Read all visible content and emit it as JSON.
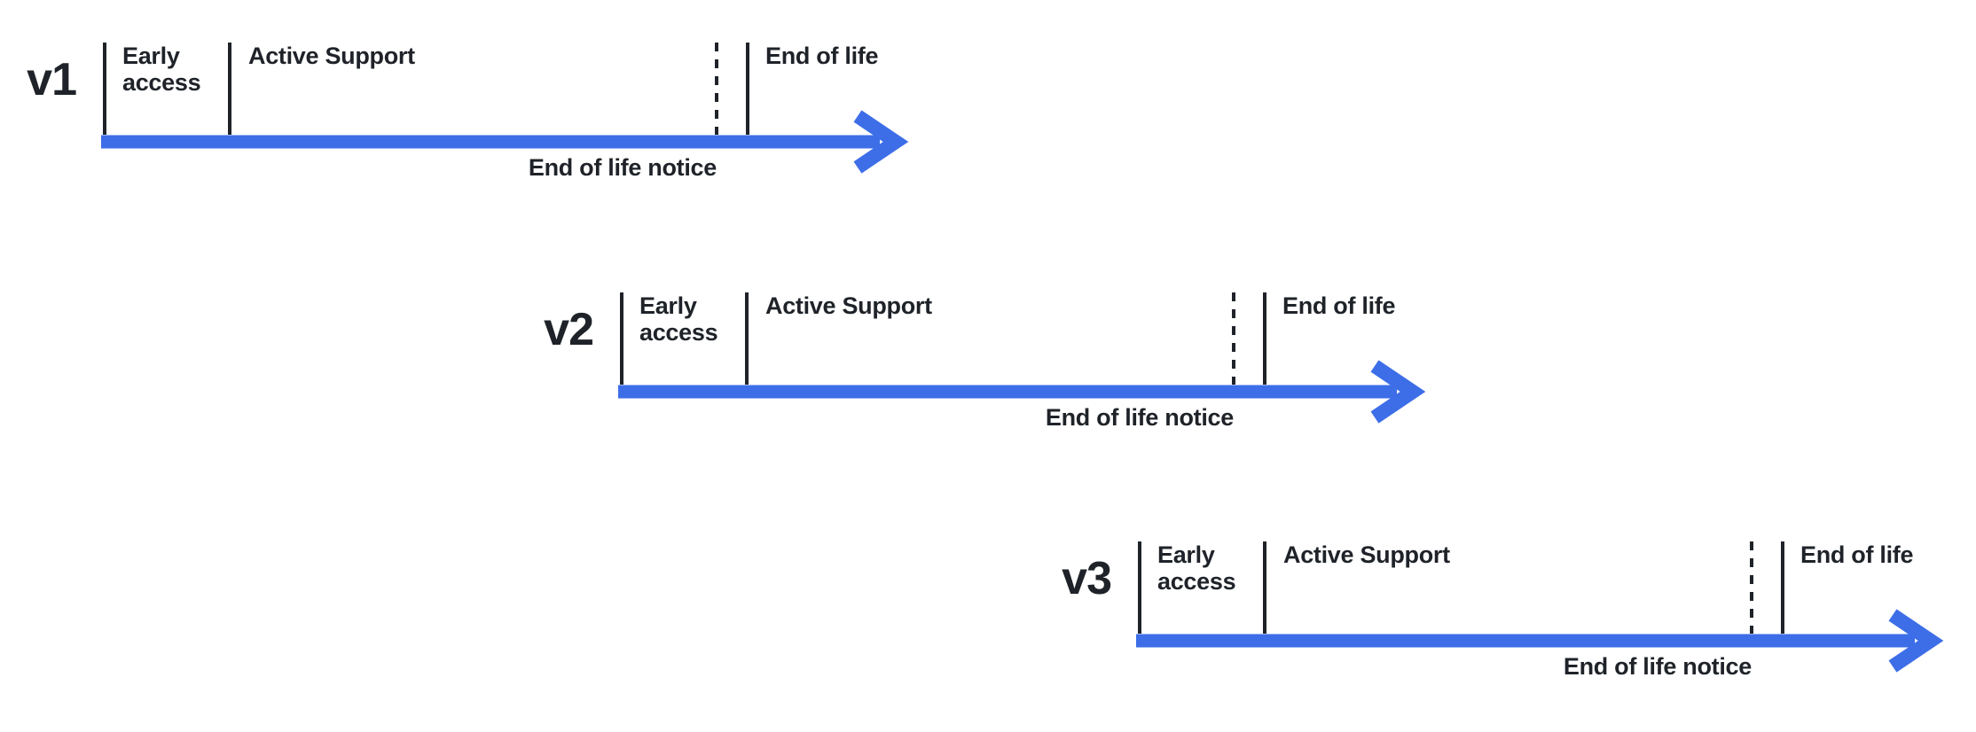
{
  "colors": {
    "arrow": "#3d6ee8",
    "ink": "#1f2329",
    "background": "#ffffff"
  },
  "timelines": [
    {
      "version": "v1",
      "phases": {
        "early_access": "Early access",
        "active_support": "Active Support",
        "end_of_life": "End of life"
      },
      "notice": "End of life notice"
    },
    {
      "version": "v2",
      "phases": {
        "early_access": "Early access",
        "active_support": "Active Support",
        "end_of_life": "End of life"
      },
      "notice": "End of life notice"
    },
    {
      "version": "v3",
      "phases": {
        "early_access": "Early access",
        "active_support": "Active Support",
        "end_of_life": "End of life"
      },
      "notice": "End of life notice"
    }
  ]
}
